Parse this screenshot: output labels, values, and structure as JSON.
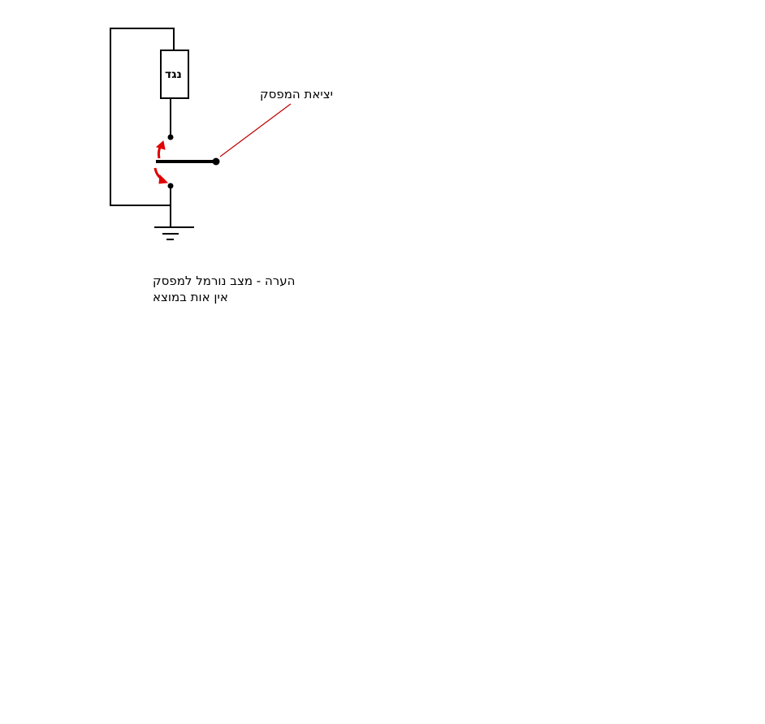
{
  "diagram": {
    "resistor_label": "נגד",
    "switch_output_label": "יציאת המפסק",
    "note_line1": "הערה - מצב נורמל למפסק",
    "note_line2": "אין אות במוצא",
    "colors": {
      "wire": "#000000",
      "annotation": "#e00000",
      "pointer": "#c00000"
    }
  }
}
